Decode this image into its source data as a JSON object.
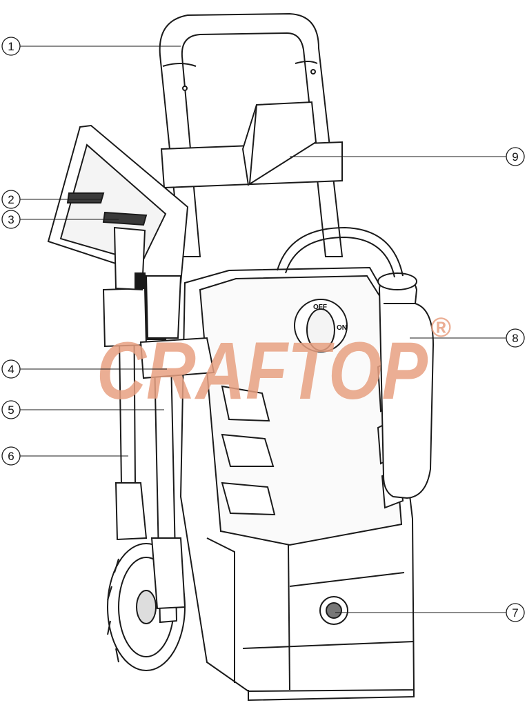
{
  "figure": {
    "callouts": [
      {
        "number": "1",
        "part": "handle"
      },
      {
        "number": "2",
        "part": "trigger-lock"
      },
      {
        "number": "3",
        "part": "trigger"
      },
      {
        "number": "4",
        "part": "gun-holder"
      },
      {
        "number": "5",
        "part": "lance"
      },
      {
        "number": "6",
        "part": "hose"
      },
      {
        "number": "7",
        "part": "water-inlet"
      },
      {
        "number": "8",
        "part": "detergent-bottle"
      },
      {
        "number": "9",
        "part": "hose-hook"
      }
    ],
    "switch": {
      "off_label": "OFF",
      "on_label": "ON"
    }
  },
  "watermark": {
    "text": "CRAFTOP",
    "mark": "®",
    "color": "#e8a182"
  },
  "colors": {
    "line": "#1a1a1a",
    "body_fill": "#ffffff",
    "dark_fill": "#3a3a3a"
  }
}
